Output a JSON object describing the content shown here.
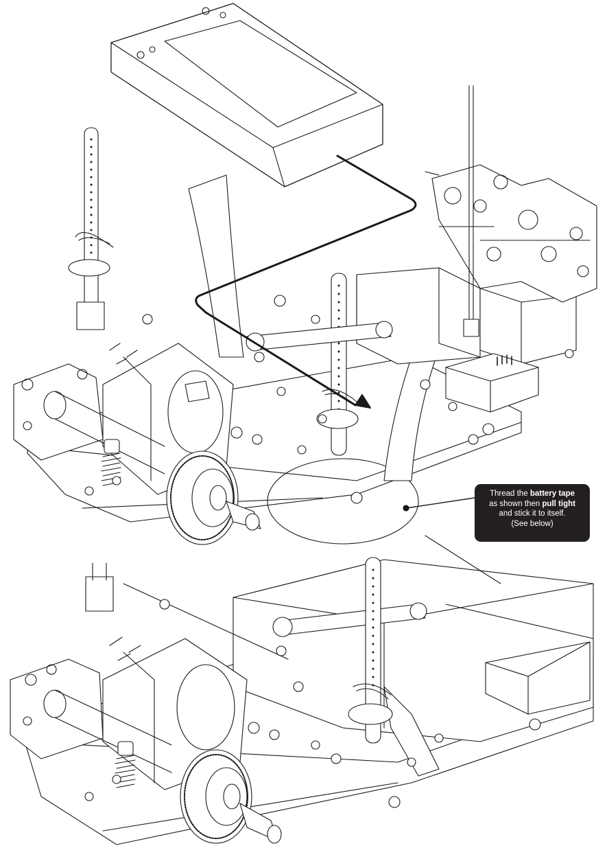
{
  "callout": {
    "line1_pre": "Thread the ",
    "line1_bold": "battery tape",
    "line2_pre": "as shown then ",
    "line2_bold": "pull tight",
    "line3": "and stick it to itself.",
    "line4": "(See below)"
  },
  "colors": {
    "line": "#1a1a1a",
    "fill": "#ffffff",
    "callout_bg": "#231f20",
    "callout_text": "#ffffff"
  },
  "icons": [
    "battery-pack",
    "battery-post",
    "body-clip",
    "motor",
    "spur-gear",
    "shock-spring",
    "servo",
    "receiver",
    "steering-linkage",
    "battery-tape",
    "thread-path-arrow"
  ]
}
